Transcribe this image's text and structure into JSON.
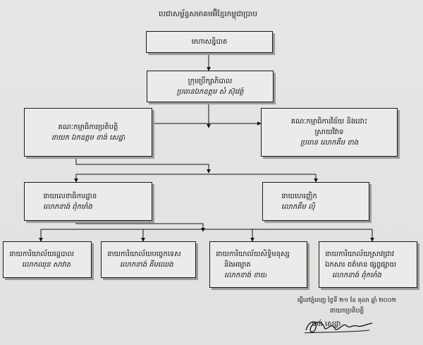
{
  "title": "បេជាសម្ព័ន្ធសមាគមអ៊ីខ្មែរកម្ពុជាប្រាប",
  "nodes": {
    "top": {
      "lines": [
        "មហាសន្និបាត"
      ]
    },
    "board": {
      "lines": [
        "ក្រុមប្រឹក្សាភិបាល",
        "ប្រធានឯកឧត្តម សំ ស៊ុវេត្ថ៍"
      ]
    },
    "exec_committee": {
      "lines": [
        "គណៈកម្មាធិការប្រតិបត្តិ",
        "នាយក ឯកឧត្តម ខាង់ សេដ្ឋា"
      ]
    },
    "discipline_committee": {
      "lines": [
        "គណៈកម្មាធិការវិន័យ និងដោះ",
        "ស្រាយវិវាទ",
        "ប្រធាន លោកគឹម ខាង"
      ]
    },
    "director": {
      "lines": [
        "នាយលេខាធិការដ្ឋាន",
        "លោកខាង់ ពុំកមាំង"
      ]
    },
    "treasurer": {
      "lines": [
        "នាយហេរញ្ញិក",
        "លោកគឹម ល៉ី"
      ]
    },
    "office_admin": {
      "lines": [
        "នាយការិយាល័យរដ្ឋបាល",
        "លោកឈុន សាវាត"
      ]
    },
    "office_technical": {
      "lines": [
        "នាយការិយាល័យបច្ចេកទេស",
        "លោកខាង់ គីមឈេង"
      ]
    },
    "office_human_rights": {
      "lines": [
        "នាយការិយាល័យសិទ្ធិមនុស្ស",
        "និងអធ្យាត",
        "លោកខាង់ ខាយ"
      ]
    },
    "office_research": {
      "lines": [
        "នាយការិយាល័យស្រាវជ្រាវ",
        "ឯកសារ ពត៌មាន ផ្សព្វផ្សាយ",
        "លោកខាង់ ពុំកមាំង"
      ]
    }
  },
  "footer": {
    "date_line": "ធ្វើនៅភ្នំពេញ ថ្ងៃទី ២១ ខែ តុលា ឆ្នាំ ២០០២",
    "role": "នាយកប្រតិបត្តិ",
    "signer": "ខាង់ សេដ្ឋា"
  }
}
